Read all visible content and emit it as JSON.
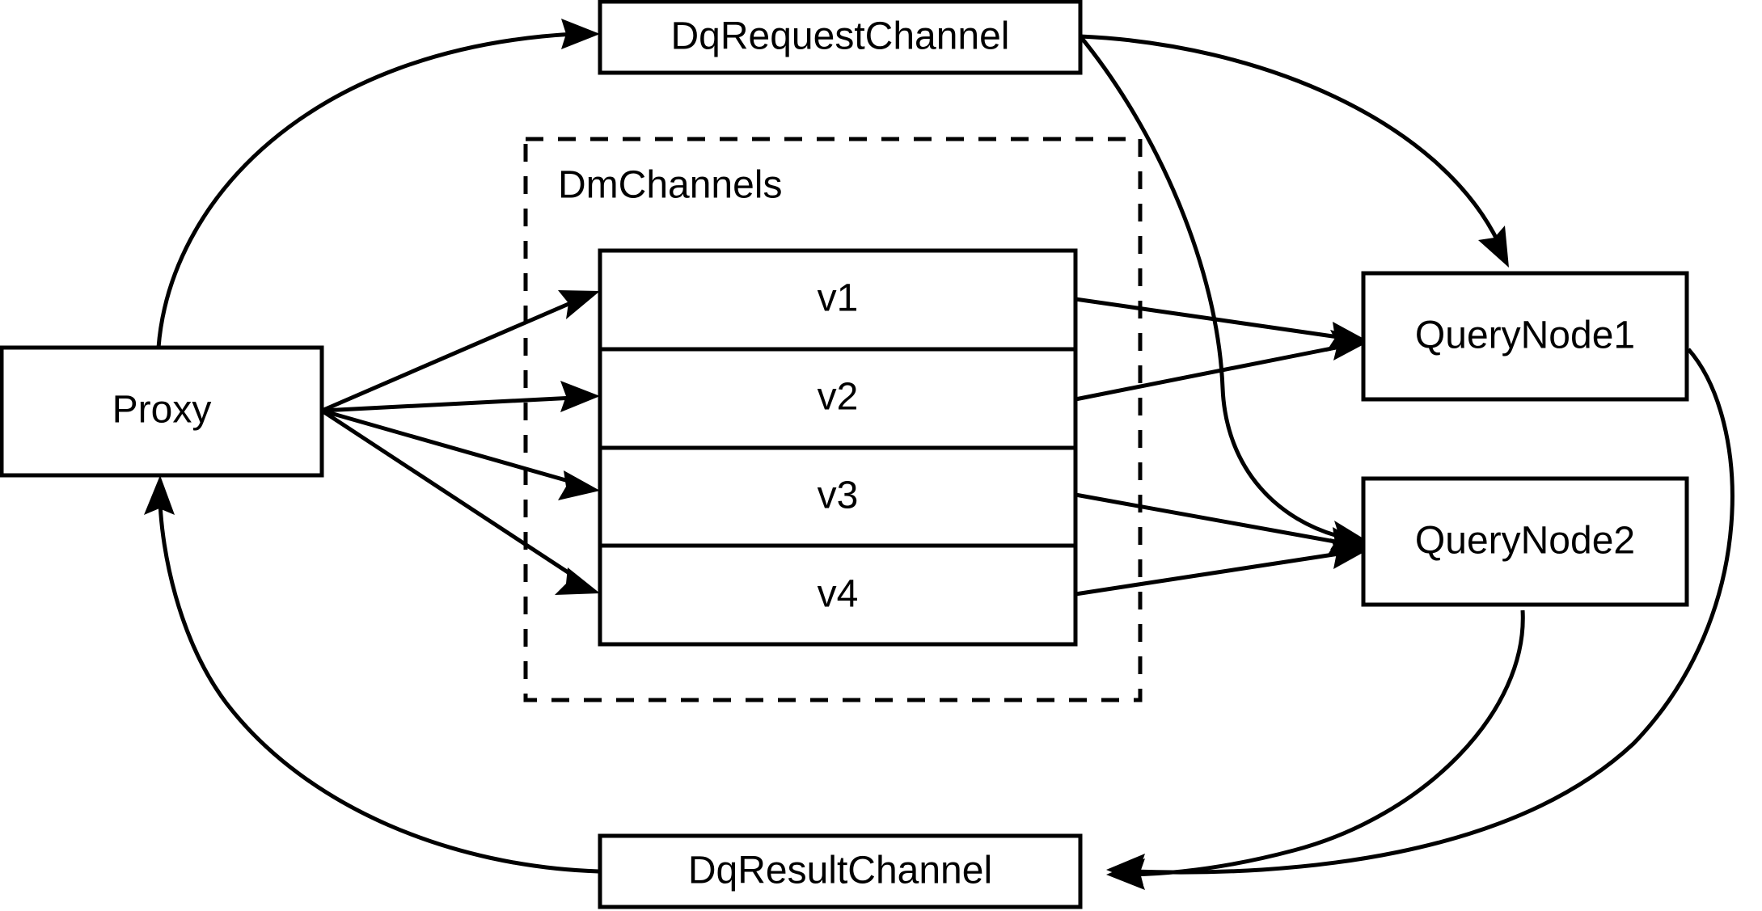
{
  "diagram": {
    "title": "Milvus distributed query routing diagram",
    "background_color": "#ffffff",
    "line_color": "#000000",
    "nodes": {
      "proxy": {
        "label": "Proxy"
      },
      "dq_request_channel": {
        "label": "DqRequestChannel"
      },
      "dq_result_channel": {
        "label": "DqResultChannel"
      },
      "query_node_1": {
        "label": "QueryNode1"
      },
      "query_node_2": {
        "label": "QueryNode2"
      }
    },
    "group": {
      "label": "DmChannels",
      "style": "dashed",
      "channels": [
        {
          "label": "v1"
        },
        {
          "label": "v2"
        },
        {
          "label": "v3"
        },
        {
          "label": "v4"
        }
      ]
    },
    "edges": [
      {
        "from": "Proxy",
        "to": "DqRequestChannel",
        "style": "curved",
        "arrow": true
      },
      {
        "from": "Proxy",
        "to": "v1",
        "style": "straight",
        "arrow": true
      },
      {
        "from": "Proxy",
        "to": "v2",
        "style": "straight",
        "arrow": true
      },
      {
        "from": "Proxy",
        "to": "v3",
        "style": "straight",
        "arrow": true
      },
      {
        "from": "Proxy",
        "to": "v4",
        "style": "straight",
        "arrow": true
      },
      {
        "from": "DqRequestChannel",
        "to": "QueryNode1",
        "style": "curved",
        "arrow": true
      },
      {
        "from": "DqRequestChannel",
        "to": "QueryNode2",
        "style": "curved",
        "arrow": true
      },
      {
        "from": "v1",
        "to": "QueryNode1",
        "style": "straight",
        "arrow": true
      },
      {
        "from": "v2",
        "to": "QueryNode1",
        "style": "straight",
        "arrow": true
      },
      {
        "from": "v3",
        "to": "QueryNode2",
        "style": "straight",
        "arrow": true
      },
      {
        "from": "v4",
        "to": "QueryNode2",
        "style": "straight",
        "arrow": true
      },
      {
        "from": "QueryNode1",
        "to": "DqResultChannel",
        "style": "curved",
        "arrow": true
      },
      {
        "from": "QueryNode2",
        "to": "DqResultChannel",
        "style": "curved",
        "arrow": true
      },
      {
        "from": "DqResultChannel",
        "to": "Proxy",
        "style": "curved",
        "arrow": true
      }
    ]
  }
}
